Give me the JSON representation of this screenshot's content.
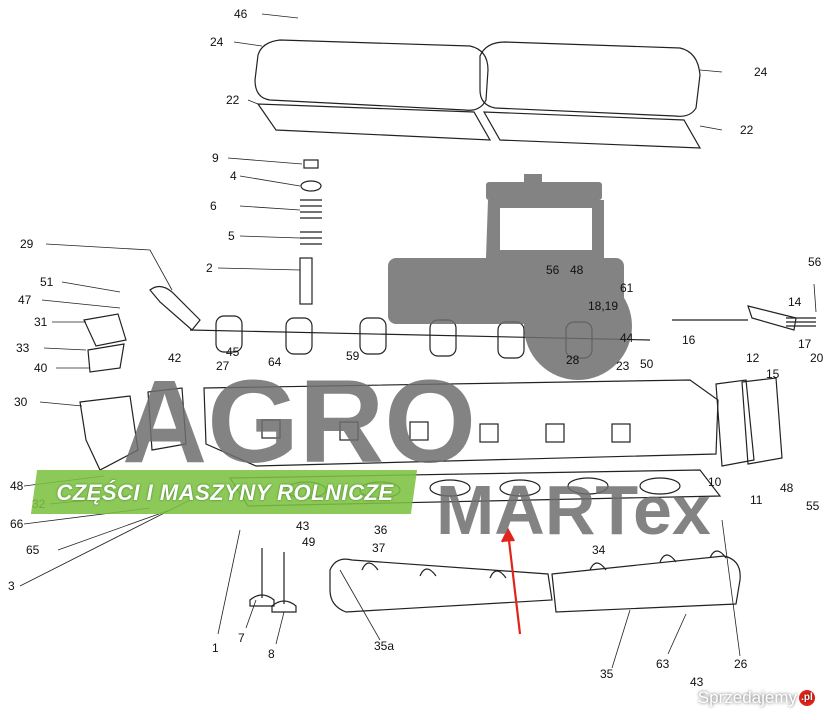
{
  "diagram": {
    "callouts": [
      "46",
      "24",
      "24",
      "22",
      "22",
      "9",
      "4",
      "6",
      "5",
      "2",
      "29",
      "51",
      "47",
      "31",
      "33",
      "40",
      "30",
      "48",
      "32",
      "66",
      "65",
      "3",
      "1",
      "7",
      "8",
      "42",
      "45",
      "27",
      "64",
      "59",
      "43",
      "49",
      "36",
      "37",
      "35a",
      "34",
      "35",
      "63",
      "43",
      "56",
      "48",
      "61",
      "18,19",
      "44",
      "28",
      "23",
      "50",
      "16",
      "14",
      "12",
      "15",
      "17",
      "20",
      "56",
      "10",
      "11",
      "48",
      "55",
      "26"
    ],
    "watermark": {
      "brand_top": "AGRO",
      "brand_bottom": "MARTex",
      "banner": "CZĘŚCI I MASZYNY ROLNICZE",
      "banner_color": "#7cc242",
      "brand_grey": "#6e6e6e",
      "accent_green": "#7cc242"
    },
    "arrow_color": "#e2231a"
  },
  "source_badge": {
    "label": "Sprzedajemy",
    "suffix": ".pl"
  }
}
